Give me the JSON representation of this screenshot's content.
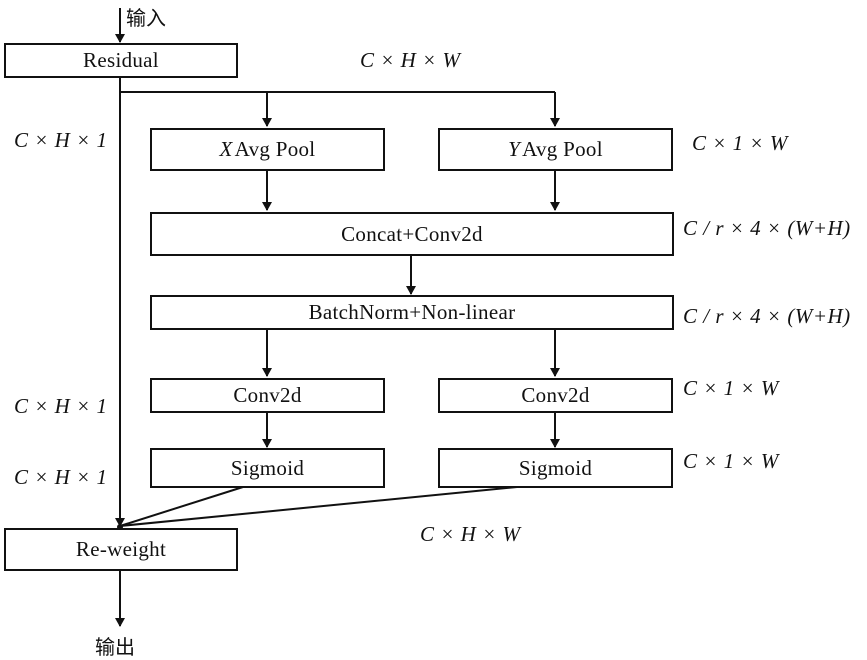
{
  "input_label": "输入",
  "output_label": "输出",
  "nodes": {
    "residual": "Residual",
    "x_pool_var": "X",
    "x_pool_rest": "Avg Pool",
    "y_pool_var": "Y",
    "y_pool_rest": "Avg Pool",
    "concat": "Concat+Conv2d",
    "batchnorm": "BatchNorm+Non-linear",
    "conv_left": "Conv2d",
    "conv_right": "Conv2d",
    "sigmoid_left": "Sigmoid",
    "sigmoid_right": "Sigmoid",
    "reweight": "Re-weight"
  },
  "dims": {
    "residual_out": "C × H × W",
    "left_pool": "C × H × 1",
    "right_pool": "C × 1 × W",
    "concat_out": "C / r × 4 × (W+H)",
    "bn_out": "C / r × 4 × (W+H)",
    "conv_left": "C × H × 1",
    "conv_right": "C × 1 × W",
    "sigmoid_left": "C × H × 1",
    "sigmoid_right": "C × 1 × W",
    "reweight_in": "C × H × W"
  }
}
